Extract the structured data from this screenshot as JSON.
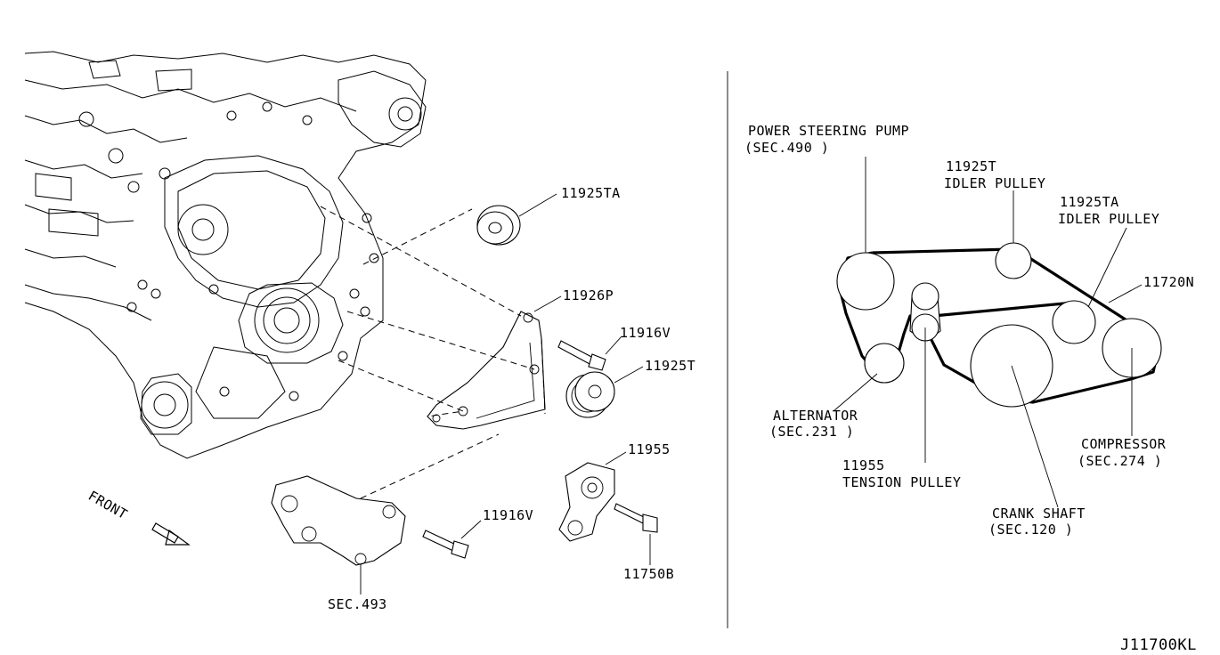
{
  "diagram_id": "J11700KL",
  "left_labels": {
    "idler_ta": "11925TA",
    "bracket": "11926P",
    "bolt_upper": "11916V",
    "idler_t": "11925T",
    "tensioner": "11955",
    "bolt_lower": "11916V",
    "bolt_tensioner": "11750B",
    "sec_493": "SEC.493",
    "front": "FRONT"
  },
  "right_labels": {
    "ps_pump": "POWER STEERING PUMP",
    "ps_pump_sec": "(SEC.490 )",
    "idler_t_code": "11925T",
    "idler_t_name": "IDLER PULLEY",
    "idler_ta_code": "11925TA",
    "idler_ta_name": "IDLER PULLEY",
    "belt": "11720N",
    "alternator": "ALTERNATOR",
    "alternator_sec": "(SEC.231 )",
    "tension_code": "11955",
    "tension_name": "TENSION PULLEY",
    "crank": "CRANK SHAFT",
    "crank_sec": "(SEC.120 )",
    "compressor": "COMPRESSOR",
    "compressor_sec": "(SEC.274 )"
  }
}
